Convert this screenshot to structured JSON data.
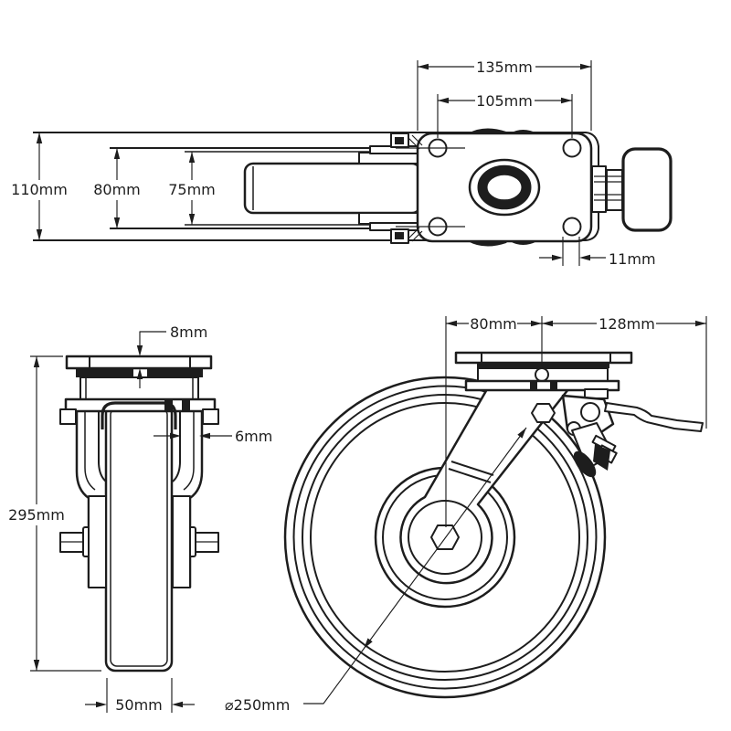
{
  "colors": {
    "line": "#1d1d1d",
    "background": "#ffffff"
  },
  "views": {
    "top": {
      "dims": {
        "plate_width": "135mm",
        "bolt_hole_spacing": "105mm",
        "overall_width": "110mm",
        "fork_width": "80mm",
        "inner_width": "75mm",
        "bolt_hole_diameter": "11mm"
      }
    },
    "front": {
      "dims": {
        "plate_thickness": "8mm",
        "leg_thickness": "6mm",
        "overall_height": "295mm",
        "wheel_width": "50mm"
      }
    },
    "side": {
      "dims": {
        "swivel_offset": "80mm",
        "offset_to_lever": "128mm",
        "wheel_diameter": "⌀250mm"
      }
    }
  }
}
